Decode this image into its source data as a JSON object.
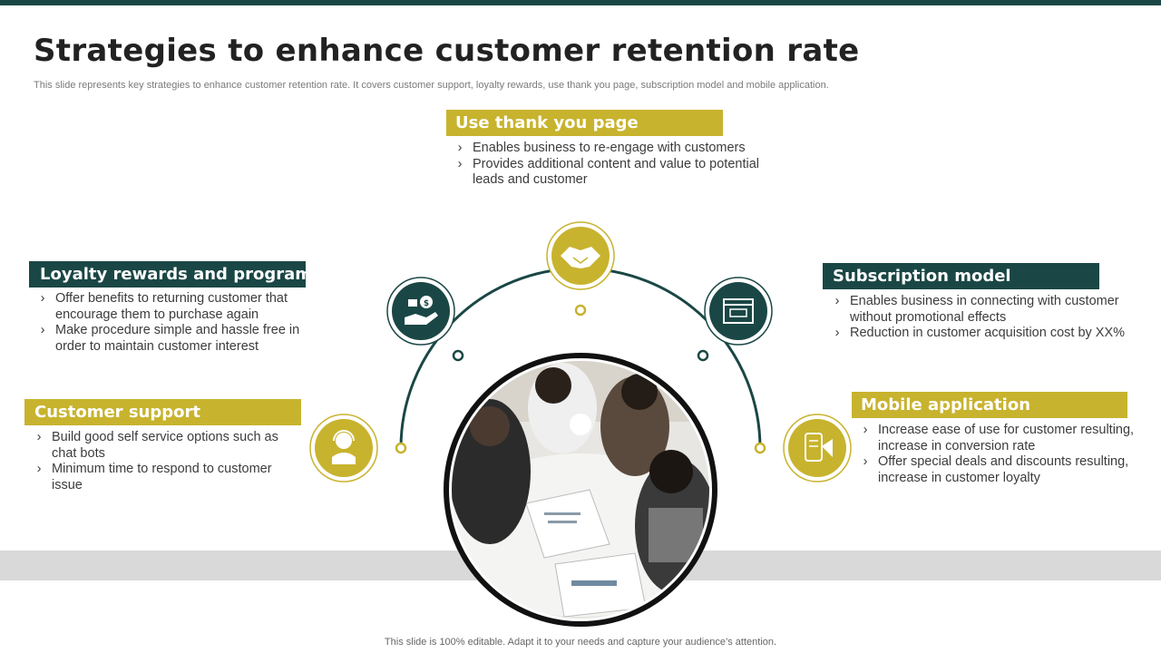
{
  "title": "Strategies to enhance customer retention rate",
  "subtitle": "This slide represents key strategies to enhance customer retention rate. It covers customer support, loyalty rewards, use thank you page, subscription model and mobile application.",
  "footer": "This slide is 100% editable. Adapt it to your needs and capture your audience’s attention.",
  "colors": {
    "dark_teal": "#1a4745",
    "gold": "#c8b32e",
    "band_gray": "#d9d9d9"
  },
  "sections": {
    "thank_you": {
      "header": "Use thank you page",
      "icon": "handshake-icon",
      "bullets": [
        "Enables business to re-engage with customers",
        "Provides additional content and value to potential leads and customer"
      ]
    },
    "loyalty": {
      "header": "Loyalty rewards and programs",
      "icon": "money-bag-hand-icon",
      "bullets": [
        "Offer benefits to returning customer that encourage them to purchase again",
        "Make procedure simple and hassle free in order to maintain customer interest"
      ]
    },
    "support": {
      "header": "Customer support",
      "icon": "support-agent-icon",
      "bullets": [
        "Build good self service options such as chat bots",
        "Minimum time to respond to customer issue"
      ]
    },
    "subscription": {
      "header": "Subscription model",
      "icon": "subscription-window-icon",
      "bullets": [
        "Enables business in connecting with customer without promotional effects",
        "Reduction in customer acquisition cost by XX%"
      ]
    },
    "mobile": {
      "header": "Mobile application",
      "icon": "mobile-promo-icon",
      "bullets": [
        "Increase ease of use for customer resulting, increase in conversion rate",
        "Offer special deals and discounts resulting, increase in customer loyalty"
      ]
    }
  },
  "center_image": "team-meeting-photo",
  "bullet_glyph": "›"
}
